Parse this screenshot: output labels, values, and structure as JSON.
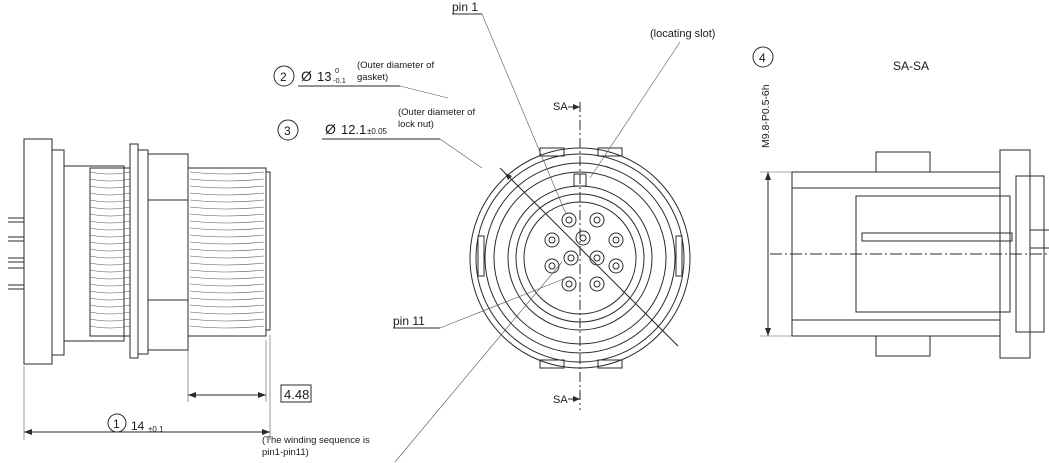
{
  "dimensions": {
    "d1": {
      "number": "1",
      "value": "14",
      "tol": "±0.1"
    },
    "d2": {
      "number": "2",
      "symbol": "Ø",
      "value": "13",
      "tol_upper": "0",
      "tol_lower": "-0.1"
    },
    "d3": {
      "number": "3",
      "symbol": "Ø",
      "value": "12.1",
      "tol": "±0.05"
    },
    "d4": {
      "number": "4",
      "thread": "M9.8-P0.5-6h"
    },
    "d5": {
      "value": "4.48"
    }
  },
  "notes": {
    "gasket_line1": "(Outer diameter of",
    "gasket_line2": "gasket)",
    "locknut_line1": "(Outer diameter of",
    "locknut_line2": "lock nut)",
    "winding_line1": "(The winding sequence is",
    "winding_line2": "pin1-pin11)",
    "locating_slot": "(locating slot)"
  },
  "labels": {
    "pin1": "pin 1",
    "pin11": "pin 11",
    "section_top": "SA",
    "section_bottom": "SA",
    "section_title": "SA-SA"
  }
}
